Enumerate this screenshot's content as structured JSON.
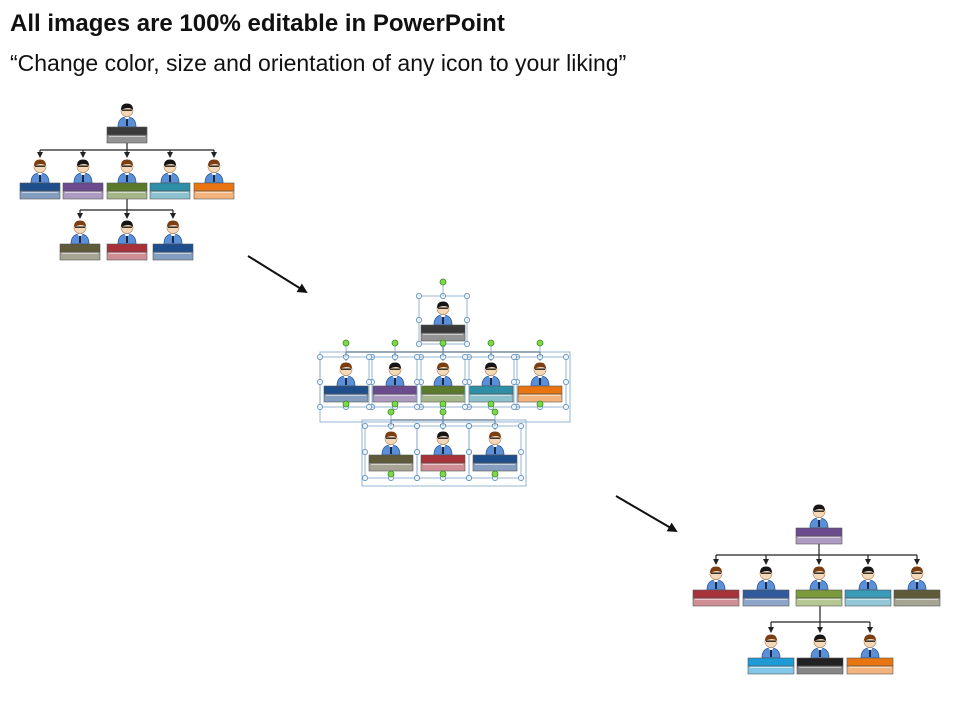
{
  "header": {
    "title": "All images are 100% editable in PowerPoint",
    "subtitle": "“Change color, size and orientation of any icon to your liking”"
  },
  "charts": [
    {
      "name": "org-chart-original",
      "top": {
        "color": "#3a3a3a",
        "hair": "black"
      },
      "row1": [
        {
          "color": "#1f4e8c",
          "hair": "brown"
        },
        {
          "color": "#6b4a8e",
          "hair": "black"
        },
        {
          "color": "#5c7a2c",
          "hair": "brown"
        },
        {
          "color": "#2e8fa6",
          "hair": "black"
        },
        {
          "color": "#e87511",
          "hair": "brown"
        }
      ],
      "row2": [
        {
          "color": "#5e5a3a",
          "hair": "brown"
        },
        {
          "color": "#a8323a",
          "hair": "black"
        },
        {
          "color": "#1f4e8c",
          "hair": "brown"
        }
      ]
    },
    {
      "name": "org-chart-selected",
      "top": {
        "color": "#3a3a3a",
        "hair": "black"
      },
      "row1": [
        {
          "color": "#1f4e8c",
          "hair": "brown"
        },
        {
          "color": "#6b4a8e",
          "hair": "black"
        },
        {
          "color": "#5c7a2c",
          "hair": "brown"
        },
        {
          "color": "#2e8fa6",
          "hair": "black"
        },
        {
          "color": "#e87511",
          "hair": "brown"
        }
      ],
      "row2": [
        {
          "color": "#5e5a3a",
          "hair": "brown"
        },
        {
          "color": "#a8323a",
          "hair": "black"
        },
        {
          "color": "#1f4e8c",
          "hair": "brown"
        }
      ]
    },
    {
      "name": "org-chart-recolored",
      "top": {
        "color": "#6b4a8e",
        "hair": "black"
      },
      "row1": [
        {
          "color": "#a8323a",
          "hair": "brown"
        },
        {
          "color": "#2f5b9c",
          "hair": "black"
        },
        {
          "color": "#7a9a3c",
          "hair": "brown"
        },
        {
          "color": "#3a9ab8",
          "hair": "black"
        },
        {
          "color": "#5e5a3a",
          "hair": "brown"
        }
      ],
      "row2": [
        {
          "color": "#1e9ad6",
          "hair": "brown"
        },
        {
          "color": "#222222",
          "hair": "black"
        },
        {
          "color": "#e87511",
          "hair": "brown"
        }
      ]
    }
  ],
  "icons": {
    "arrow": "arrow-right-down-icon",
    "person": "person-icon",
    "selection_handle": "selection-handle-icon"
  }
}
